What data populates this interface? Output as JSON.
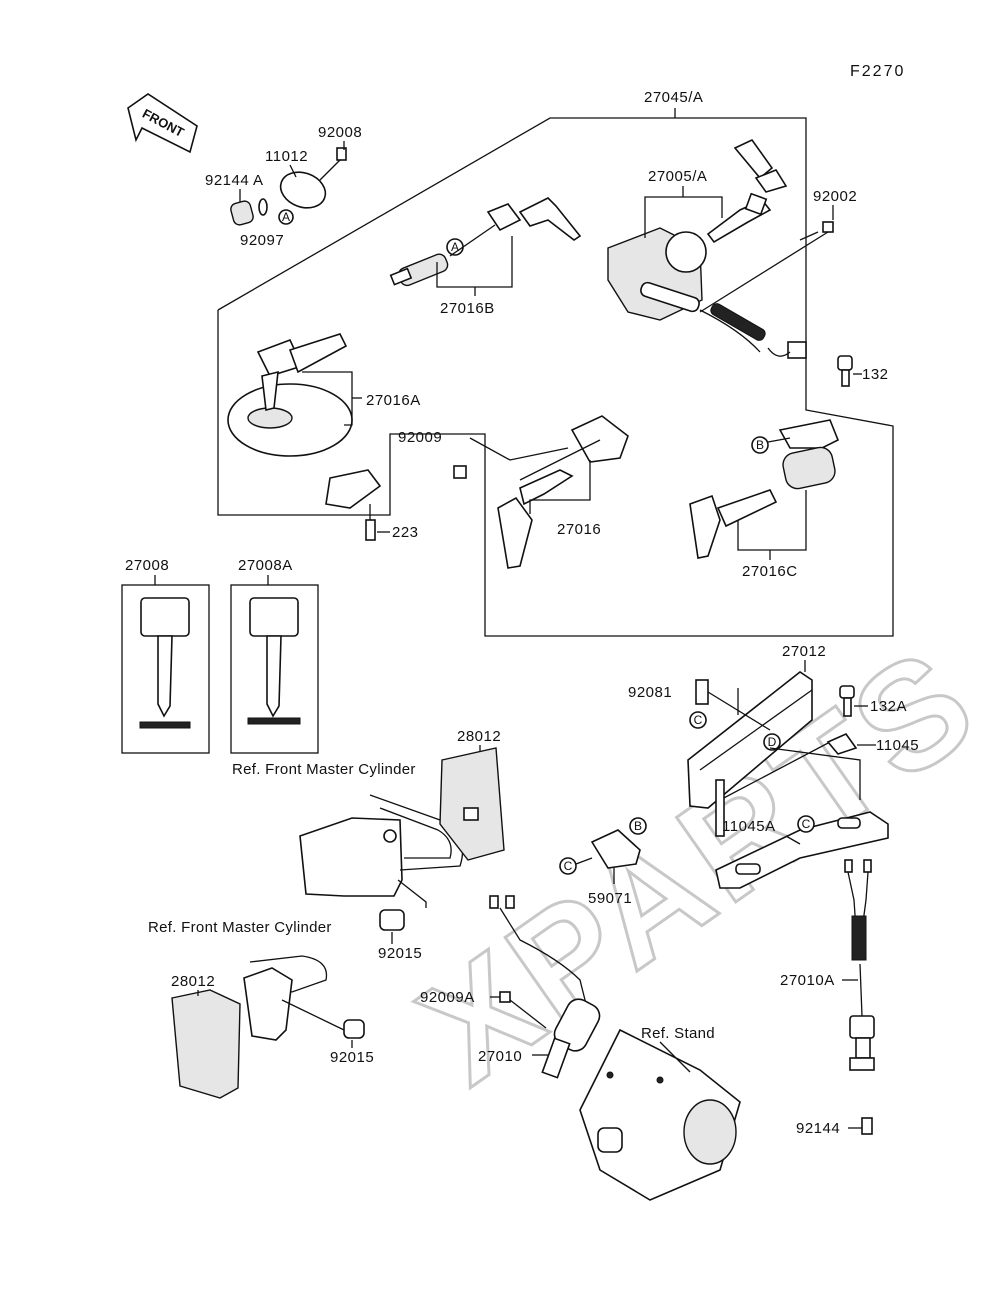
{
  "figure_code": "F2270",
  "front_arrow_label": "FRONT",
  "watermark": "XPARTS",
  "labels": {
    "p27045A": "27045/A",
    "p27005A": "27005/A",
    "p92002": "92002",
    "p92008": "92008",
    "p11012": "11012",
    "p92144A": "92144 A",
    "p92097": "92097",
    "p27016B": "27016B",
    "p27016A": "27016A",
    "p132": "132",
    "p92009": "92009",
    "p27016": "27016",
    "p27016C": "27016C",
    "p223": "223",
    "p27008": "27008",
    "p27008A": "27008A",
    "p27012": "27012",
    "p92081": "92081",
    "p132A": "132A",
    "p11045": "11045",
    "p28012a": "28012",
    "p11045A": "11045A",
    "p59071": "59071",
    "p92015a": "92015",
    "p28012b": "28012",
    "p92015b": "92015",
    "p92009A": "92009A",
    "p27010": "27010",
    "p27010A": "27010A",
    "p92144": "92144"
  },
  "references": {
    "front_master_cylinder_1": "Ref. Front Master Cylinder",
    "front_master_cylinder_2": "Ref. Front Master Cylinder",
    "stand": "Ref. Stand"
  },
  "callouts": {
    "A1": "A",
    "A2": "A",
    "B1": "B",
    "B2": "B",
    "C1": "C",
    "C2": "C",
    "D1": "D"
  }
}
